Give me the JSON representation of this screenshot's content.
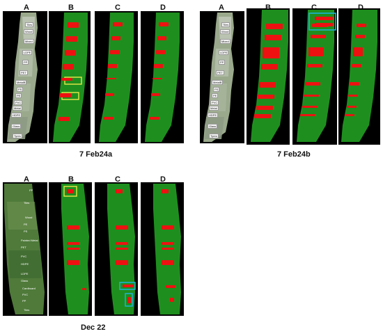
{
  "panels": {
    "feb24a": {
      "caption": "7 Feb24a",
      "letters": [
        "A",
        "B",
        "C",
        "D"
      ],
      "materials": [
        "Tiles",
        "Wood",
        "Mixed",
        "LDPE",
        "PP",
        "PET",
        "MetalB",
        "PS",
        "PE",
        "PVC",
        "Metal",
        "HDPE",
        "Glass",
        "Tyres"
      ]
    },
    "feb24b": {
      "caption": "7 Feb24b",
      "letters": [
        "A",
        "B",
        "C",
        "D"
      ],
      "materials": [
        "Tiles",
        "Wood",
        "Mixed",
        "LDPE",
        "PP",
        "PET",
        "MetalB",
        "PS",
        "PE",
        "PVC",
        "Metal",
        "HDPE",
        "Glass",
        "Tyres"
      ]
    },
    "dec22": {
      "caption": "Dec 22",
      "letters": [
        "A",
        "B",
        "C",
        "D"
      ],
      "materials": [
        "PP",
        "Tiles",
        "Wood",
        "PE",
        "PS",
        "Painted Metal",
        "PET",
        "PVC",
        "HDPE",
        "LDPE",
        "Glass",
        "Cardboard",
        "PVC",
        "PP",
        "Tiles"
      ]
    }
  },
  "colors": {
    "vegetation": "#1e8f1e",
    "plastic": "#ee1111",
    "background": "#000000",
    "highlight_yellow": "#e8e84a",
    "highlight_cyan": "#1cb4d8"
  }
}
